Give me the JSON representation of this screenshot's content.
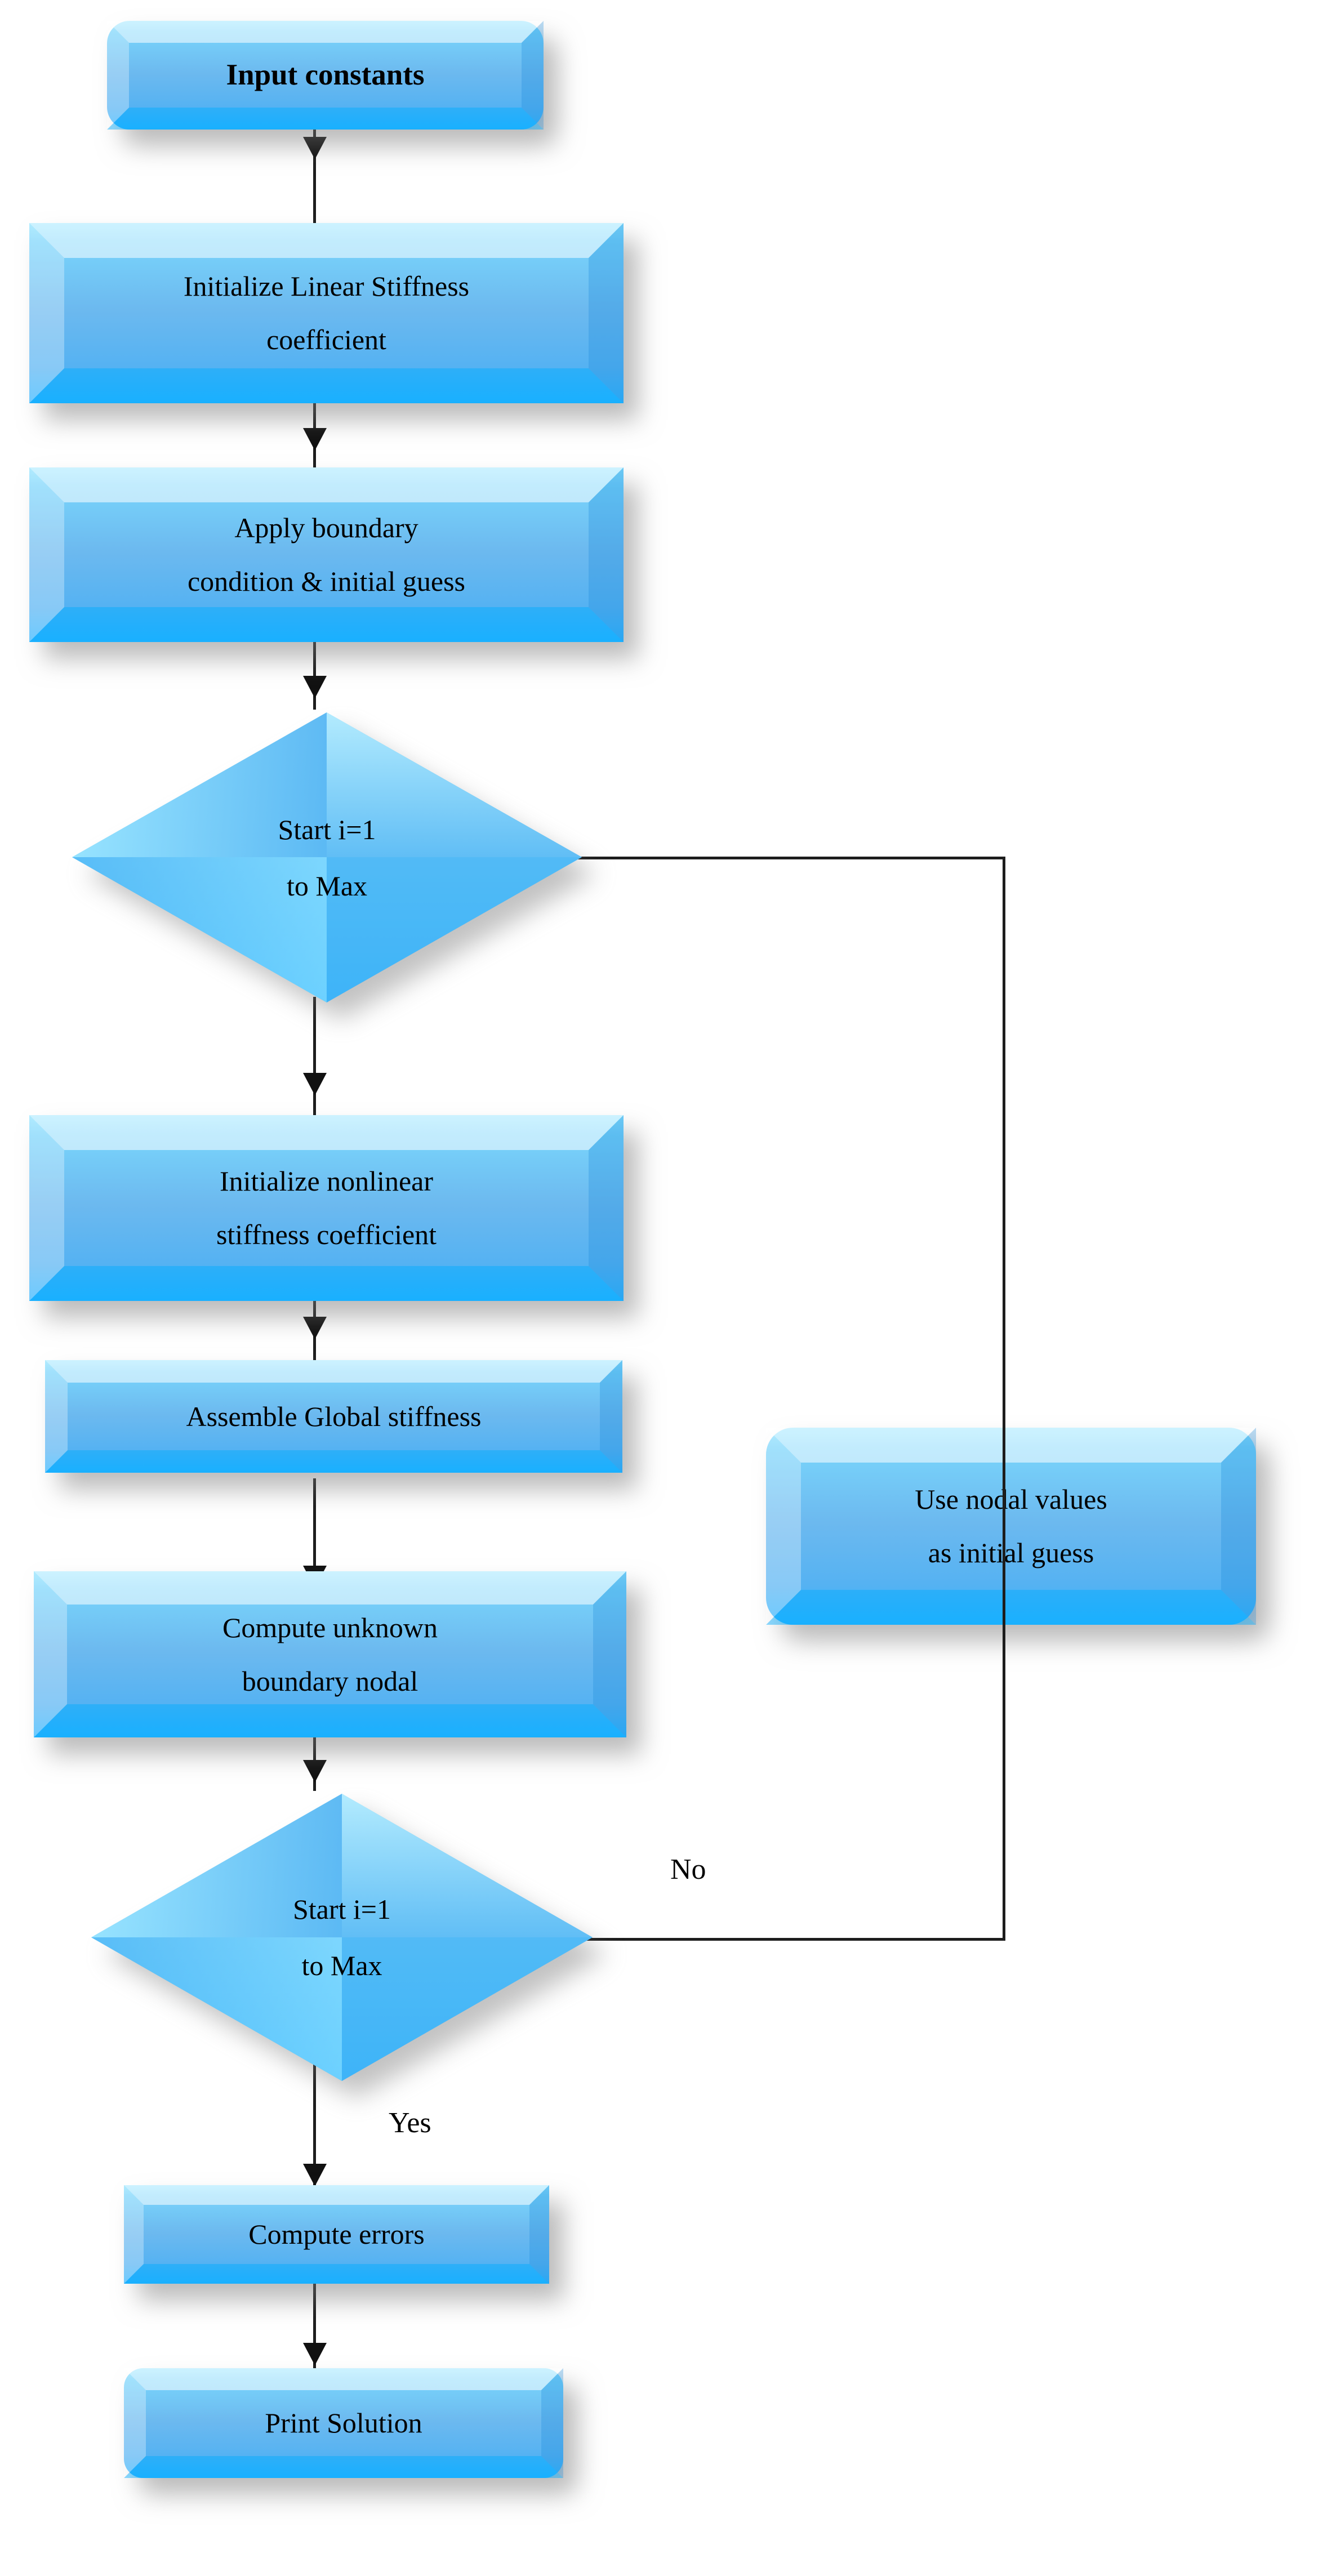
{
  "diagram": {
    "title": "Nonlinear finite element iterative solution flowchart",
    "palette": {
      "node_fill_light": "#8fe3ff",
      "node_fill_mid": "#6cb9ef",
      "node_fill_dark": "#2eb4ff",
      "connector": "#1d1d1d",
      "text": "#000000",
      "background": "#ffffff"
    },
    "nodes": [
      {
        "id": "input-constants",
        "shape": "rounded-rectangle",
        "lines": [
          "Input constants"
        ],
        "bold": true
      },
      {
        "id": "init-linear-stiffness",
        "shape": "rectangle",
        "lines": [
          "Initialize Linear Stiffness",
          "coefficient"
        ],
        "bold": false
      },
      {
        "id": "apply-boundary-condition",
        "shape": "rectangle",
        "lines": [
          "Apply boundary",
          "condition & initial guess"
        ],
        "bold": false
      },
      {
        "id": "loop-start-outer",
        "shape": "diamond",
        "lines": [
          "Start i=1",
          "to Max"
        ],
        "bold": false
      },
      {
        "id": "init-nonlinear-stiffness",
        "shape": "rectangle",
        "lines": [
          "Initialize nonlinear",
          "stiffness coefficient"
        ],
        "bold": false
      },
      {
        "id": "assemble-global-stiffness",
        "shape": "rectangle",
        "lines": [
          "Assemble  Global stiffness"
        ],
        "bold": false
      },
      {
        "id": "compute-unknown-boundary",
        "shape": "rectangle",
        "lines": [
          "Compute unknown",
          "boundary nodal"
        ],
        "bold": false
      },
      {
        "id": "loop-check-inner",
        "shape": "diamond",
        "lines": [
          "Start i=1",
          "to Max"
        ],
        "bold": false
      },
      {
        "id": "use-nodal-values",
        "shape": "rounded-rectangle",
        "lines": [
          "Use nodal values",
          "as initial guess"
        ],
        "bold": false
      },
      {
        "id": "compute-errors",
        "shape": "rectangle",
        "lines": [
          "Compute errors"
        ],
        "bold": false
      },
      {
        "id": "print-solution",
        "shape": "rounded-rectangle",
        "lines": [
          "Print Solution"
        ],
        "bold": false
      }
    ],
    "edge_labels": {
      "no": "No",
      "yes": "Yes"
    }
  }
}
